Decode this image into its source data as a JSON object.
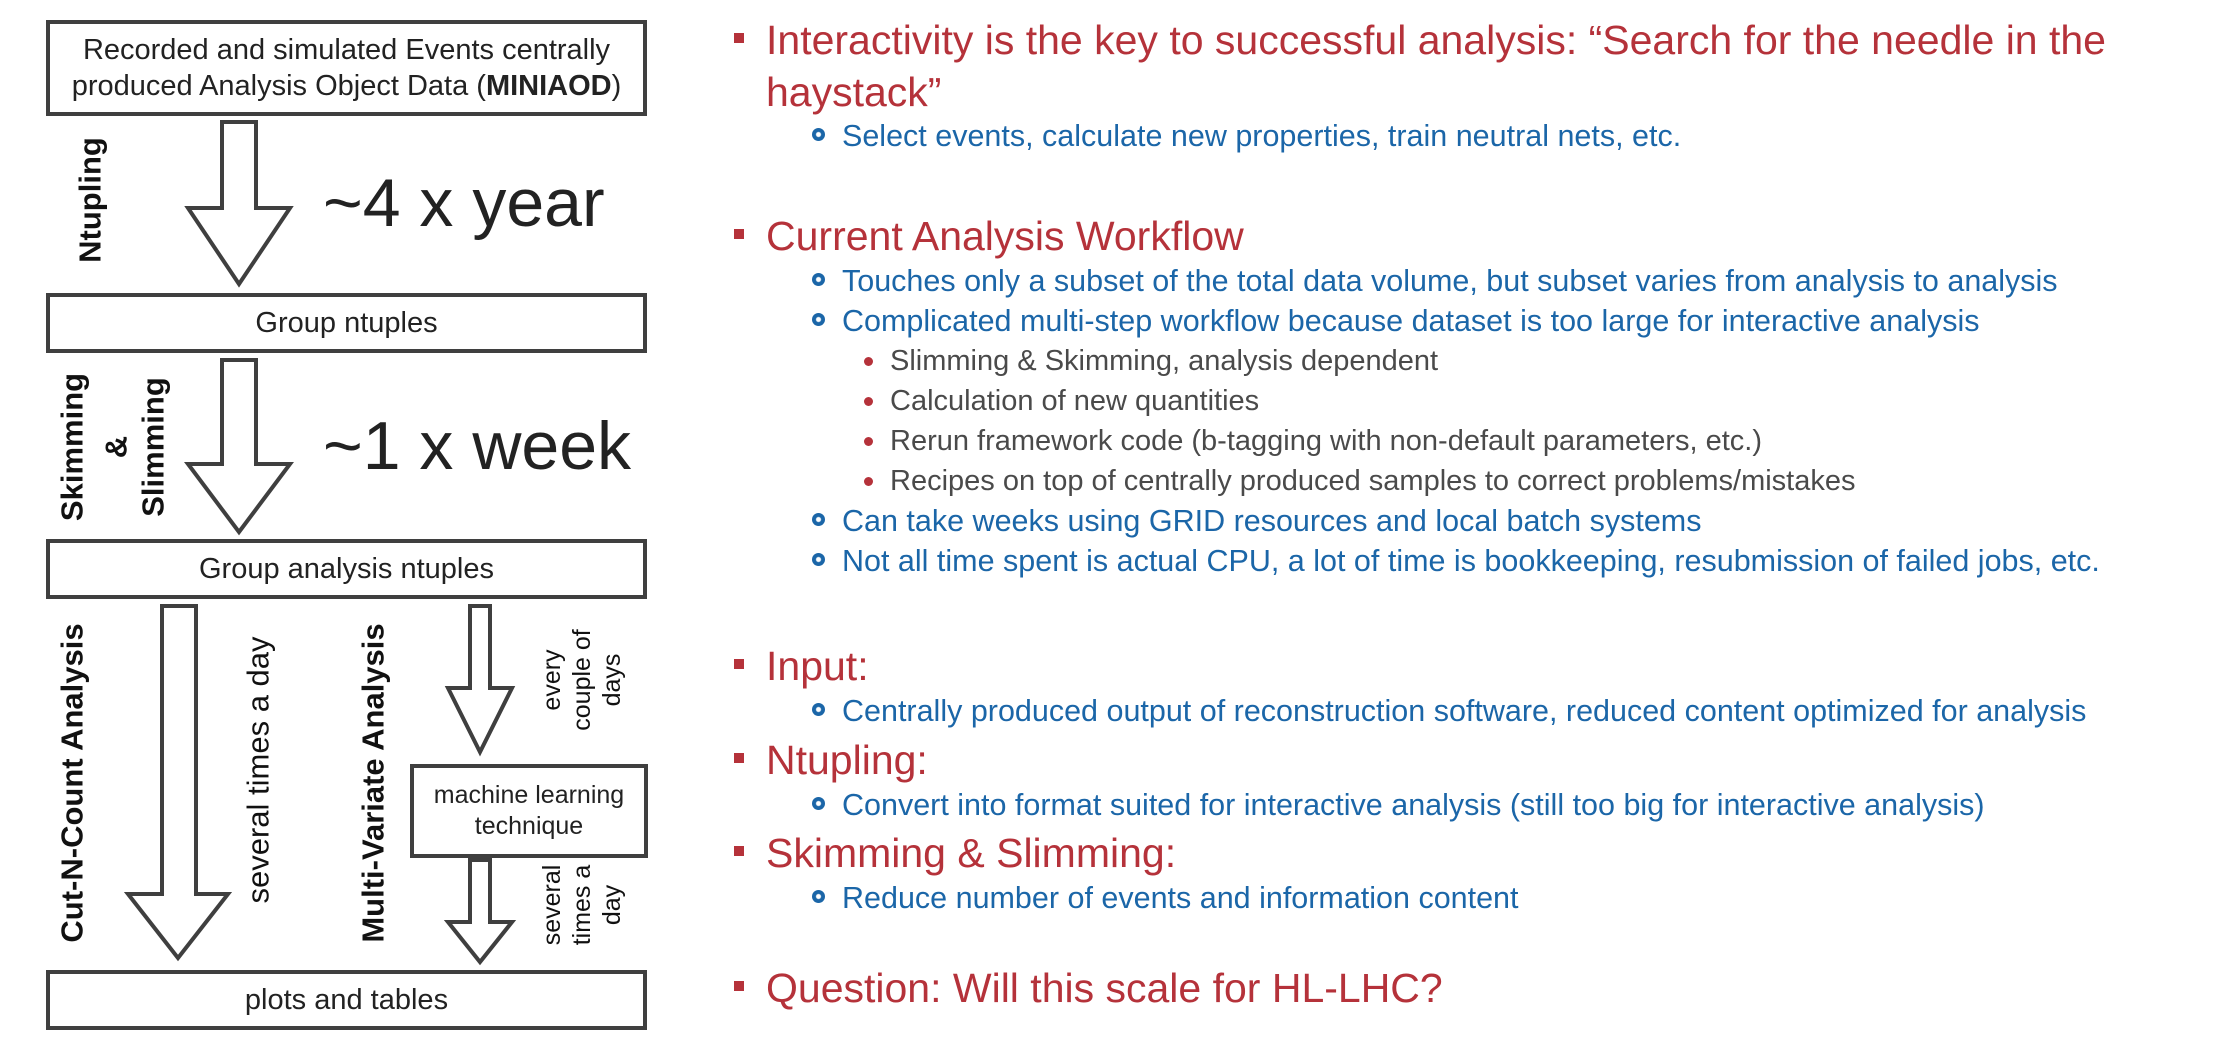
{
  "diagram": {
    "top_box": {
      "text": "Recorded and simulated Events centrally produced Analysis Object Data (",
      "bold": "MINIAOD",
      "suffix": ")"
    },
    "step1": {
      "label": "Ntupling",
      "freq": "~4 x year"
    },
    "group_ntuples": "Group ntuples",
    "step2": {
      "label_a": "Skimming",
      "label_b": "&",
      "label_c": "Slimming",
      "freq": "~1 x week"
    },
    "group_analysis_ntuples": "Group analysis ntuples",
    "cut_n_count": {
      "label": "Cut-N-Count Analysis",
      "freq": "several times a day"
    },
    "multi_variate": {
      "label": "Multi-Variate Analysis",
      "freq_top": [
        "every",
        "couple of",
        "days"
      ],
      "ml_box": [
        "machine learning",
        "technique"
      ],
      "freq_bottom": [
        "several",
        "times a",
        "day"
      ]
    },
    "plots_box": "plots and tables"
  },
  "bullets": {
    "interactivity": {
      "title": "Interactivity is the key to successful analysis: “Search for the needle in the haystack”",
      "items": [
        "Select events, calculate new properties, train neutral nets, etc."
      ]
    },
    "workflow": {
      "title": "Current Analysis Workflow",
      "items": [
        "Touches only a subset of the total data volume, but subset varies from analysis to analysis",
        "Complicated multi-step workflow because dataset is too large for interactive analysis",
        "Can take weeks using GRID resources and local batch systems",
        "Not all time spent is actual CPU, a lot of time is bookkeeping, resubmission of failed jobs, etc."
      ],
      "subitems": [
        "Slimming & Skimming, analysis dependent",
        "Calculation of new quantities",
        "Rerun framework code (b-tagging with non-default parameters, etc.)",
        "Recipes on top of centrally produced samples to correct problems/mistakes"
      ]
    },
    "input": {
      "title": "Input:",
      "items": [
        "Centrally produced output of reconstruction software, reduced content optimized for analysis"
      ]
    },
    "ntupling": {
      "title": "Ntupling:",
      "items": [
        "Convert into format suited for interactive analysis (still too big for interactive analysis)"
      ]
    },
    "skimming": {
      "title": "Skimming & Slimming:",
      "items": [
        "Reduce number of events and information content"
      ]
    },
    "question": {
      "title": "Question: Will this scale for HL-LHC?"
    }
  }
}
